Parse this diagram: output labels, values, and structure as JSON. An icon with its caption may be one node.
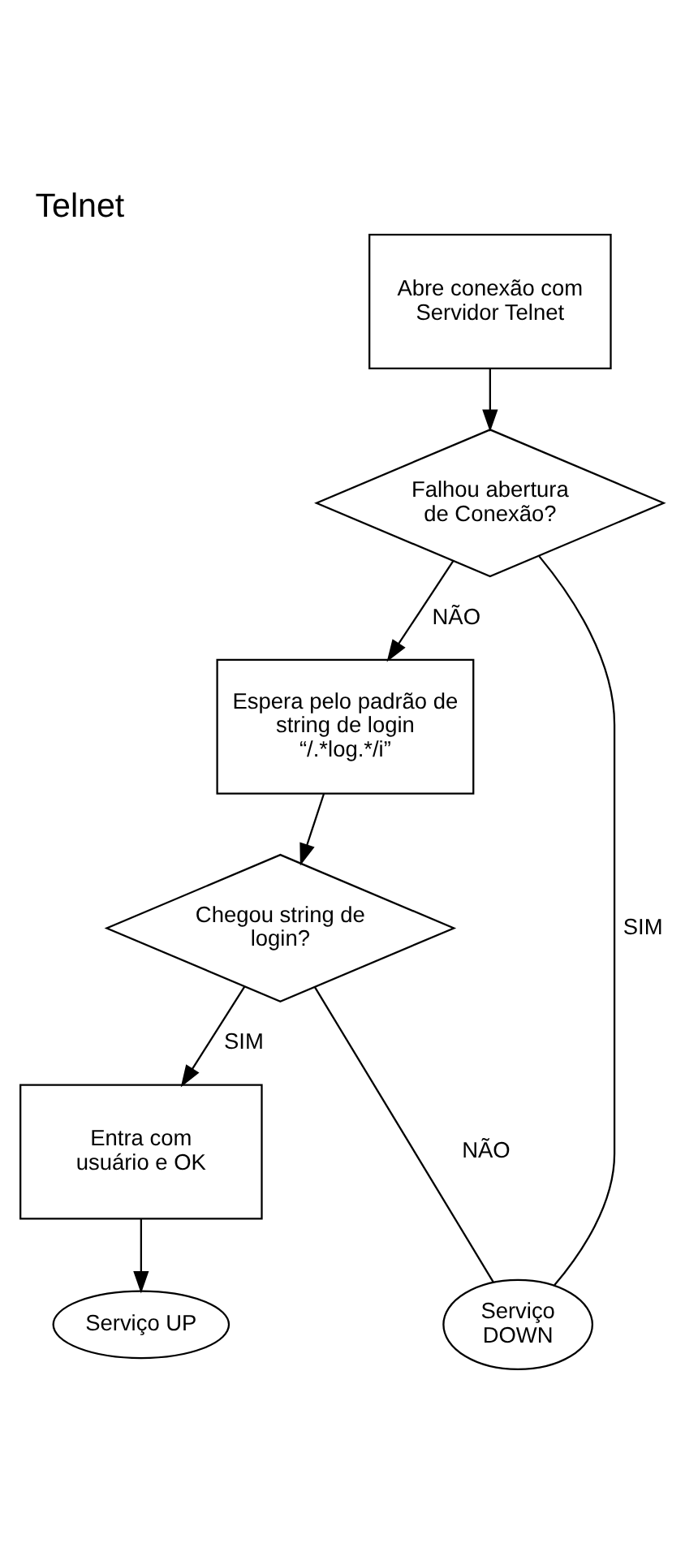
{
  "diagram": {
    "title": "Telnet",
    "nodes": [
      {
        "text": [
          "Abre conexão com Servidor Telnet"
        ]
      },
      {
        "text": [
          "Falhou abertura de Conexão?"
        ]
      },
      {
        "text": [
          "Espera pelo padrão de string de login “/.*log.*/i”"
        ]
      },
      {
        "text": [
          "Chegou string de login?"
        ]
      },
      {
        "text": [
          "Entra com usuário e OK"
        ]
      },
      {
        "text": [
          "Serviço DOWN"
        ]
      },
      {
        "text": [
          "Serviço UP"
        ]
      }
    ],
    "edges": [
      {
        "from": 0,
        "to": 1,
        "arrow": "to"
      },
      {
        "from": 1,
        "to": 5,
        "arrow": "none",
        "label": "SIM"
      },
      {
        "from": 1,
        "to": 2,
        "arrow": "to",
        "label": "NÃO"
      },
      {
        "from": 2,
        "to": 3,
        "arrow": "to"
      },
      {
        "from": 3,
        "to": 5,
        "arrow": "none",
        "label": "NÃO"
      },
      {
        "from": 3,
        "to": 4,
        "arrow": "to",
        "label": "SIM"
      },
      {
        "from": 4,
        "to": 6,
        "arrow": "to"
      }
    ]
  }
}
